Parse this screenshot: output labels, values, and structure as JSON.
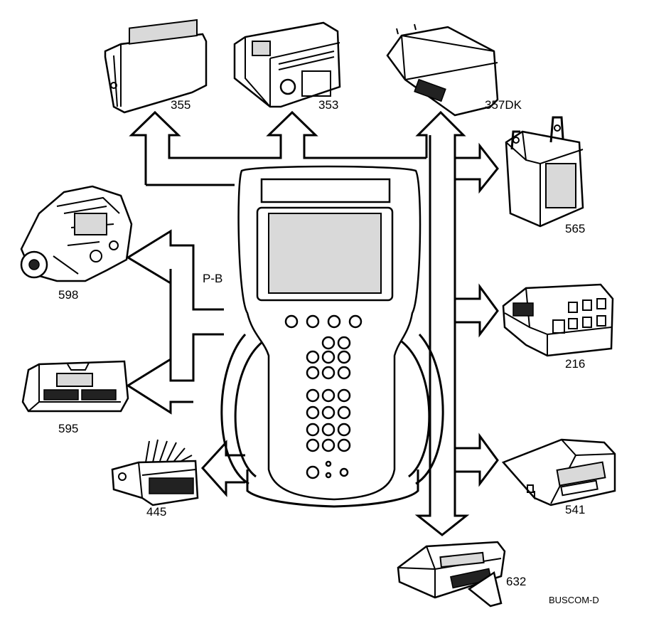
{
  "labels": {
    "ecu_355": "355",
    "ecu_353": "353",
    "ecu_357dk": "357DK",
    "ecu_565": "565",
    "ecu_598": "598",
    "ecu_216": "216",
    "ecu_595": "595",
    "ecu_541": "541",
    "ecu_445": "445",
    "ecu_632": "632",
    "bus_pb": "P-B",
    "figure_id": "BUSCOM-D"
  },
  "colors": {
    "line": "#000000",
    "background": "#ffffff",
    "screen": "#d9d9d9"
  }
}
